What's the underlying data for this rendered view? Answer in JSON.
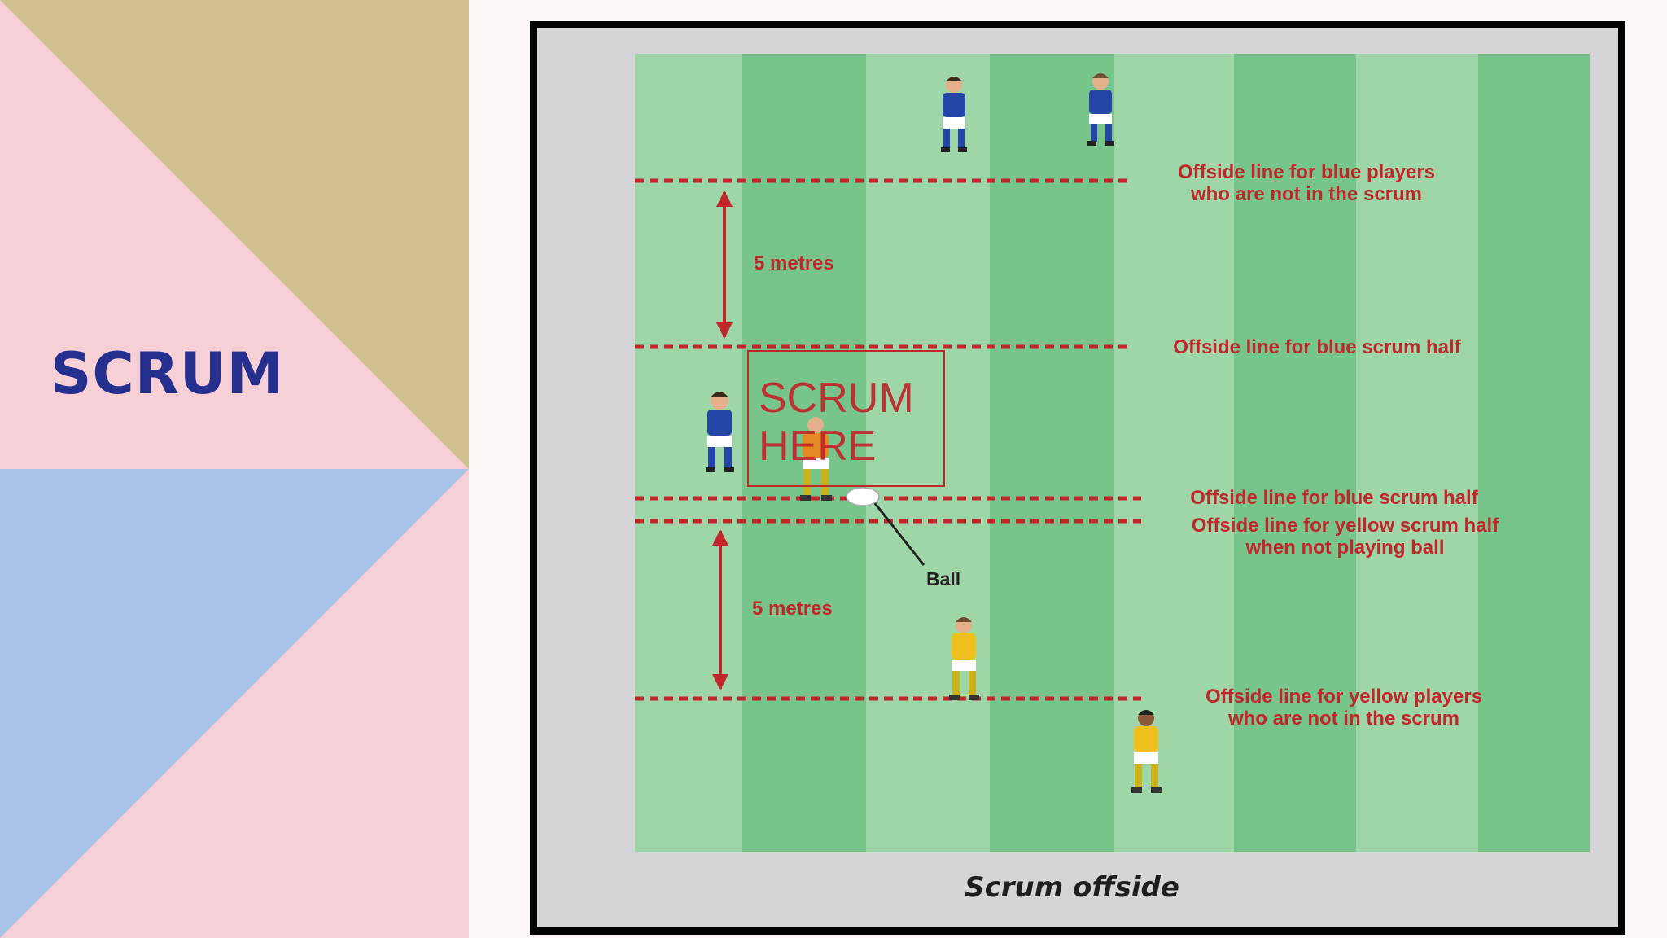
{
  "slide": {
    "title": "SCRUM",
    "colors": {
      "title": "#252f8e",
      "tan": "#cfc08e",
      "pink": "#f7cfd7",
      "blue": "#a9c4e8",
      "offside_line": "#c0262c",
      "field_light": "#9ed6a8",
      "field_dark": "#77c58b",
      "team_a_shirt": "#2546a8",
      "team_b_shirt": "#f2c01e"
    }
  },
  "diagram": {
    "caption": "Scrum offside",
    "scrum_marker": "SCRUM\nHERE",
    "distance_labels": [
      "5 metres",
      "5 metres"
    ],
    "ball_label": "Ball",
    "offside_labels": [
      "Offside line for blue players\nwho are not in the scrum",
      "Offside line for blue scrum half",
      "Offside line for blue scrum half",
      "Offside line for yellow scrum half\nwhen not playing ball",
      "Offside line for yellow players\nwho are not in the scrum"
    ]
  }
}
